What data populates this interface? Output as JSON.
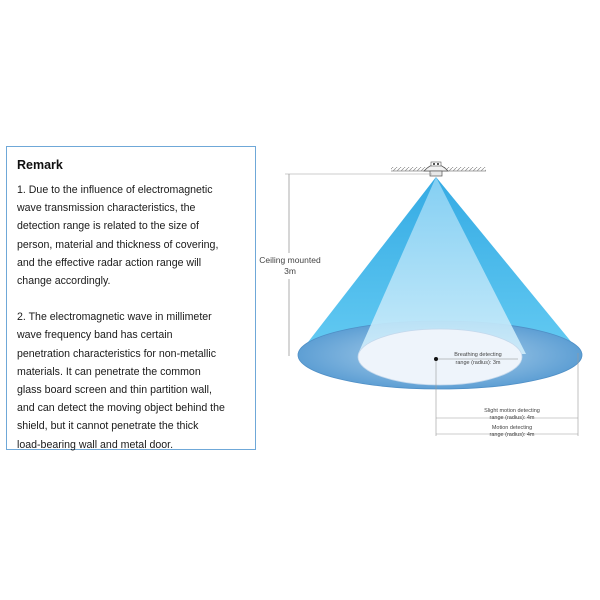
{
  "remark": {
    "title": "Remark",
    "paragraphs": [
      "1.  Due to the influence of electromagnetic\nwave transmission characteristics, the\ndetection range is related to the size of\nperson, material and thickness of covering,\nand the effective radar action range will\nchange accordingly.",
      "2. The electromagnetic wave in millimeter\nwave frequency band has certain\npenetration characteristics for non-metallic\nmaterials. It can penetrate the common\nglass board screen and thin partition wall,\nand can detect the moving object behind the\nshield, but it cannot penetrate the thick\nload-bearing wall and metal door."
    ]
  },
  "diagram": {
    "ceiling_label_line1": "Ceiling mounted",
    "ceiling_label_line2": "3m",
    "breathing_line1": "Breathing detecting",
    "breathing_line2": "range (radius): 3m",
    "slight_line1": "Slight motion detecting",
    "slight_line2": "range (radius): 4m",
    "motion_line1": "Motion detecting",
    "motion_line2": "range (radius): 4m"
  },
  "colors": {
    "outer_cone": "#2fb2ea",
    "inner_cone": "#b9e5f8",
    "outer_disc": "#6ea9d9",
    "inner_disc": "#edf3fb",
    "box_border": "#6fa8d8",
    "dimension_line": "#999999"
  },
  "icons": [
    "radar-sensor-icon"
  ]
}
